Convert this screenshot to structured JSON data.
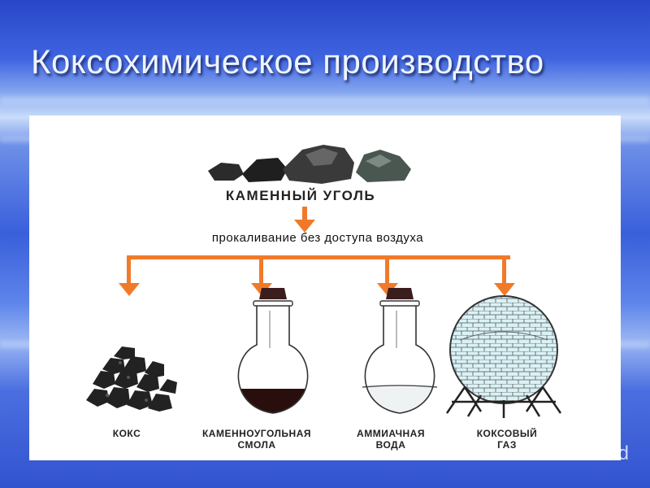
{
  "slide": {
    "title": "Коксохимическое производство"
  },
  "diagram": {
    "source_label": "КАМЕННЫЙ УГОЛЬ",
    "process_label": "прокаливание без доступа воздуха",
    "products": [
      {
        "line1": "КОКС",
        "line2": ""
      },
      {
        "line1": "КАМЕННОУГОЛЬНАЯ",
        "line2": "СМОЛА"
      },
      {
        "line1": "АММИАЧНАЯ",
        "line2": "ВОДА"
      },
      {
        "line1": "КОКСОВЫЙ",
        "line2": "ГАЗ"
      }
    ],
    "arrow_color": "#f07a2a"
  },
  "watermark": {
    "text": "Shared"
  }
}
